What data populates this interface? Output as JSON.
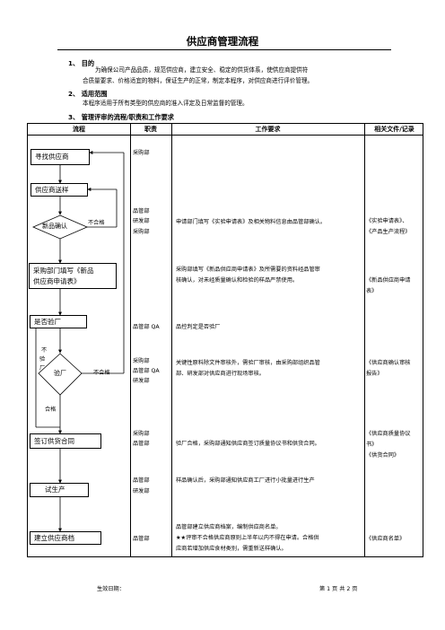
{
  "title": "供应商管理流程",
  "sections": {
    "s1_heading": "1、  目的",
    "s1_line1": "为确保公司产品品质，规范供应商，建立安全、稳定的供货体系，使供应商提供符",
    "s1_line2": "合质量要求、价格适宜的物料，保证生产的正常，制定本程序，对供应商进行评价管理。",
    "s2_heading": "2、  适用范围",
    "s2_line1": "本程序适用于所有类型的供应商的准入评定及日常监督的管理。",
    "s3_heading": "3、  管理评审的流程/职责和工作要求"
  },
  "table": {
    "headers": [
      "流程",
      "职责",
      "工作要求",
      "相关文件/记录"
    ]
  },
  "flow": {
    "find": "寻找供应商",
    "sample": "供应商送样",
    "confirm": "新品确认",
    "purchase_line1": "采购部门填写《新品",
    "purchase_line2": "供应商申请表》",
    "inspect_q": "是否验厂",
    "inspect": "验厂",
    "unqualified": "不合格",
    "unqualified2": "不合格",
    "no_chars": [
      "不",
      "验",
      "厂"
    ],
    "qualified": "合格",
    "contract": "签订供货合同",
    "trial": "试生产",
    "archive": "建立供应商档"
  },
  "duties": {
    "d1": "采购部",
    "d2": [
      "品管部",
      "研发部",
      "采购部"
    ],
    "d3": "品管部 QA",
    "d4": [
      "采购部",
      "品管部 QA",
      "研发部"
    ],
    "d5": [
      "采购部",
      "品管部"
    ],
    "d6": [
      "品管部",
      "研发部"
    ],
    "d7": "品管部"
  },
  "requirements": {
    "r1": "申请部门填写《实验申请表》及相关物料信息由品管部确认。",
    "r2_line1": "采购部填写《新品供应商申请表》及所需要的资料经品管审",
    "r2_line2": "核确认，对未经质量确认和检验的样品严禁使用。",
    "r3": "品控判定是否验厂",
    "r4_line1": "关键性原料除文件审核外，需验厂审核，由采购部组织品管",
    "r4_line2": "部、研发部对供应商进行现场审核。",
    "r5": "验厂合格，采购部通知供应商签订质量协议书和供货合同。",
    "r6": "样品确认后，采购部通知供应商工厂进行小批量进行生产",
    "r7_line1": "品管部建立供应商档案，编制供应商名单。",
    "r7_line2": "★★评审不合格供应商原则上半年以内不得在申请。合格供",
    "r7_line3": "应商若增加供应食材类别，需重新送样确认。"
  },
  "records": {
    "f1_line1": "《实验申请表》、",
    "f1_line2": "《产品生产流程》",
    "f2_line1": "《新品供应商申请",
    "f2_line2": "表》",
    "f3_line1": "《供应商确认审核",
    "f3_line2": "报告》",
    "f4_line1": "《供应商质量协议",
    "f4_line2": "书》",
    "f4_line3": "《供货合同》",
    "f5": "《供应商名单》"
  },
  "footer": {
    "effective_date": "生效日期：",
    "page": "第 1 页    共 2 页"
  }
}
